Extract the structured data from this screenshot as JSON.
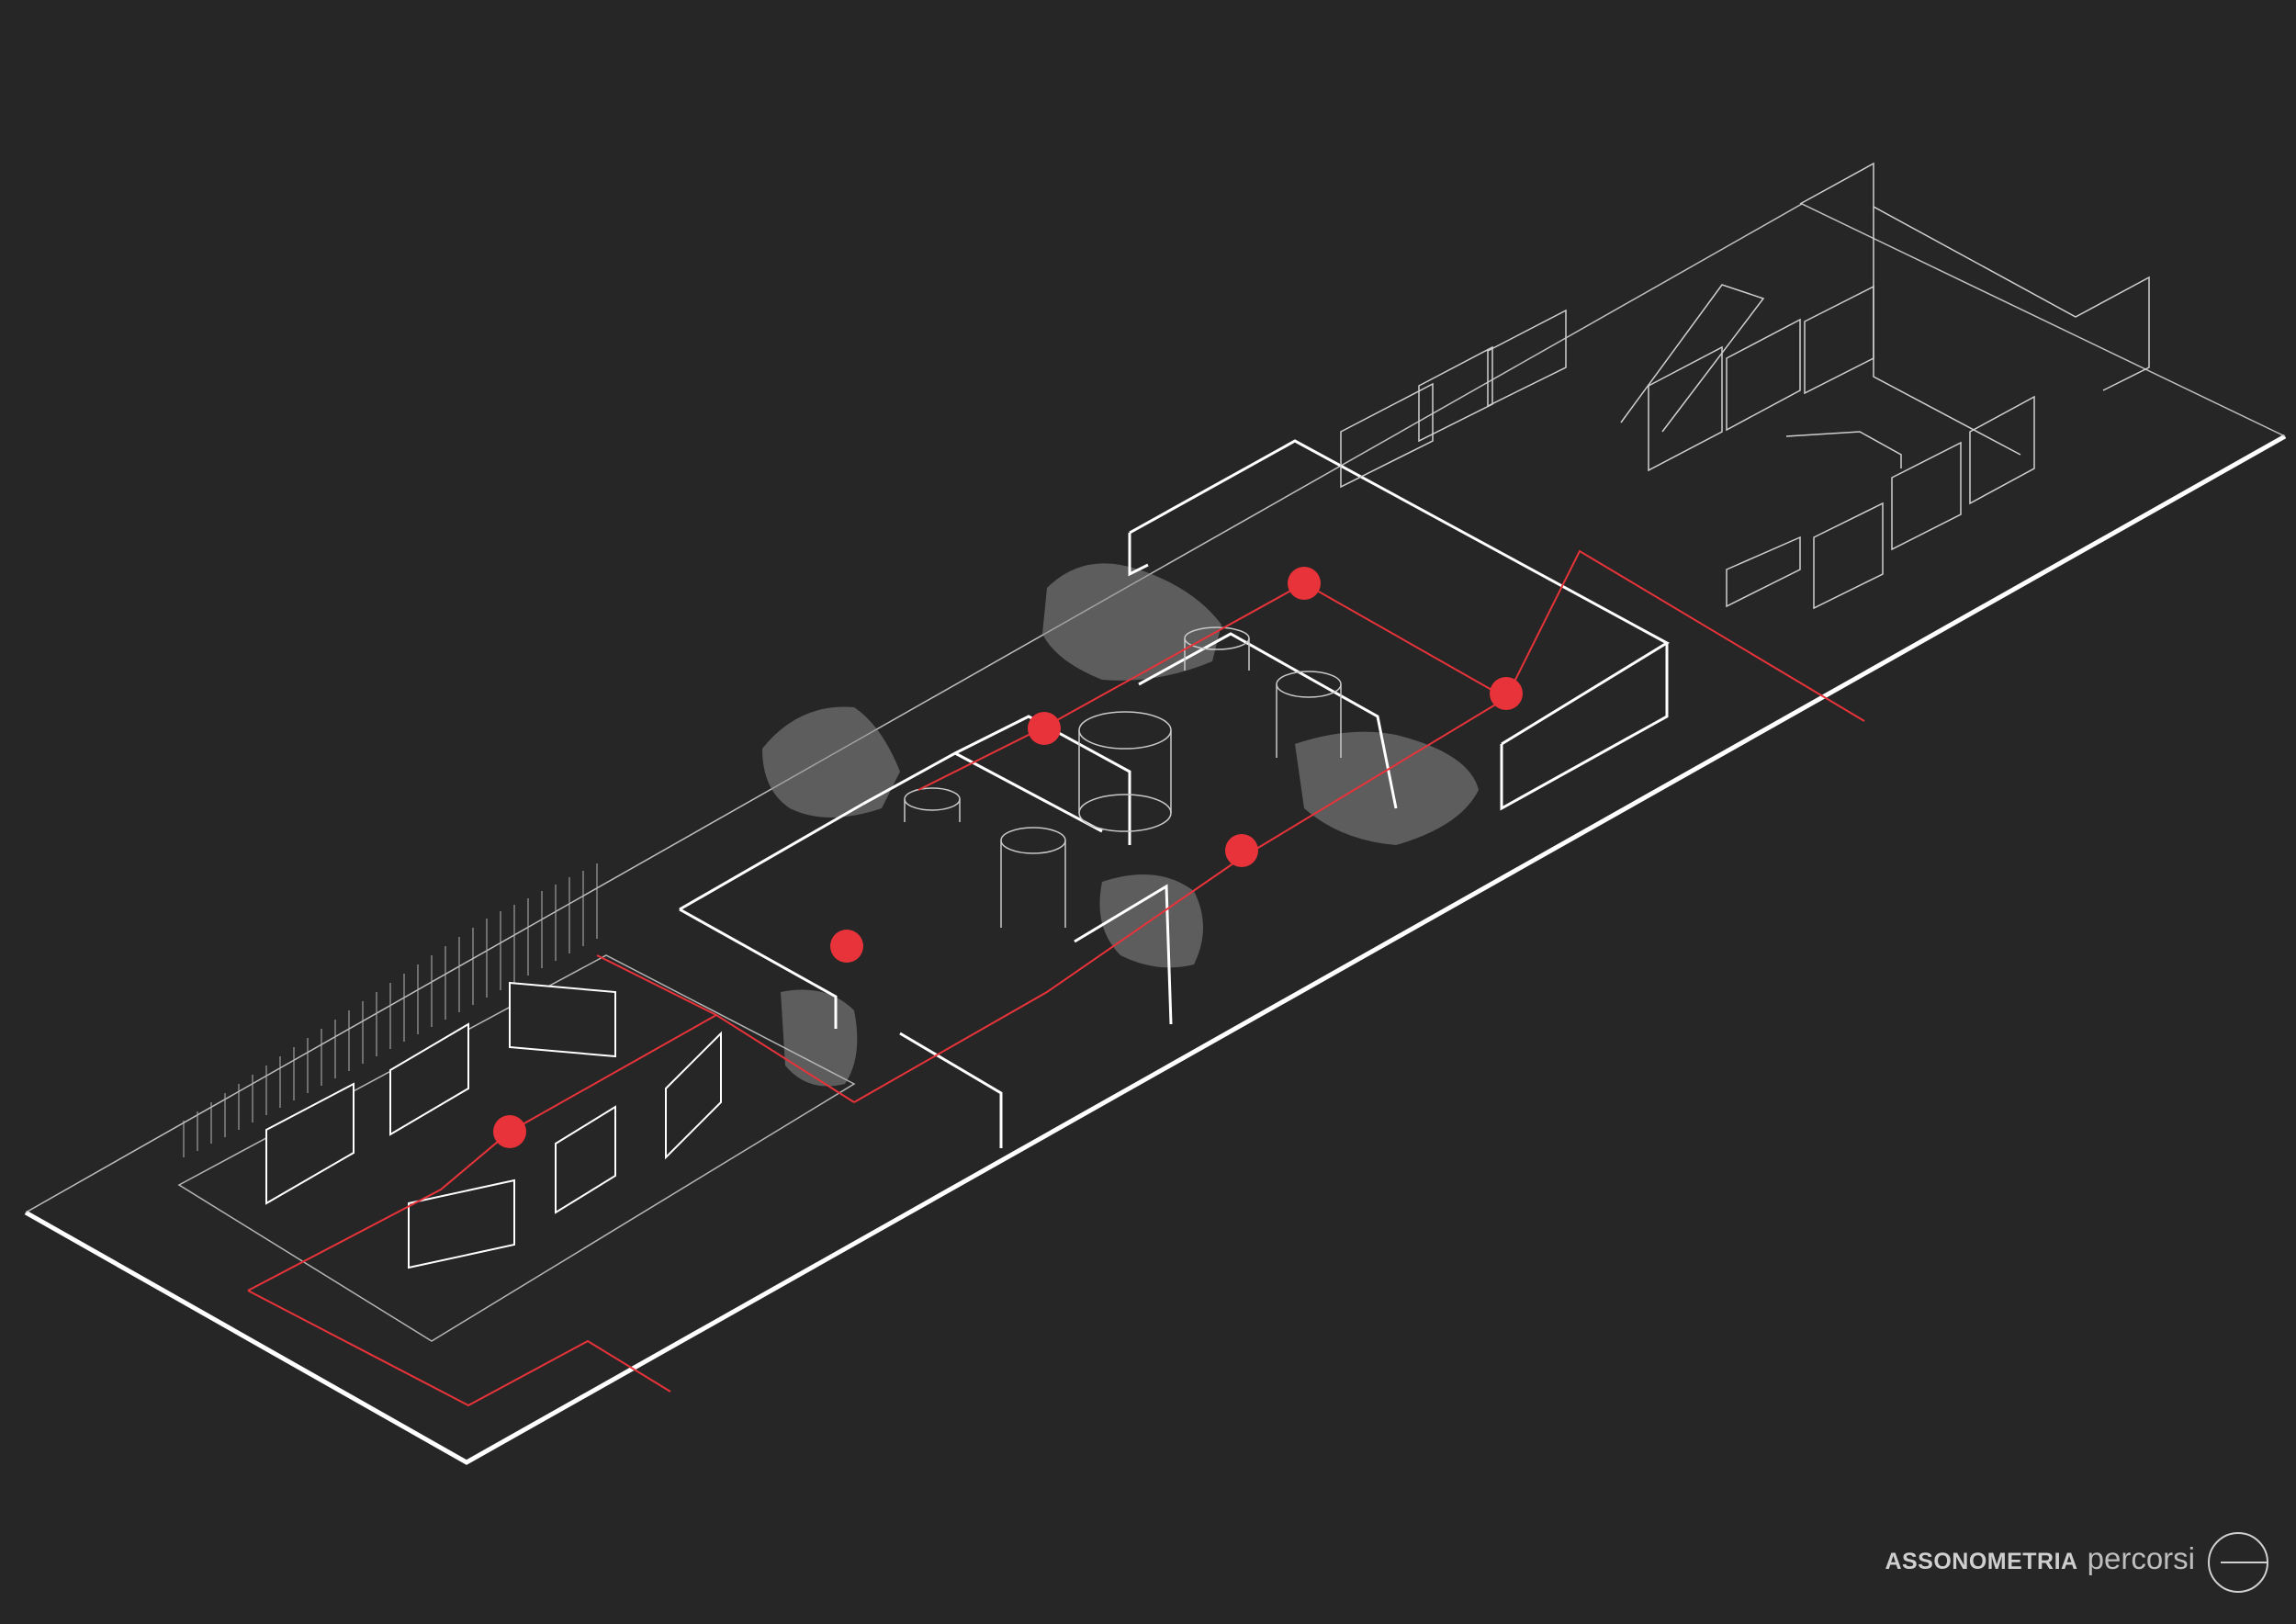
{
  "caption": {
    "title_bold": "ASSONOMETRIA",
    "title_light": "percorsi"
  },
  "icons": {
    "brand": "circle-with-horizontal-line-logo",
    "stop": "red-dot-marker"
  },
  "colors": {
    "background": "#262626",
    "line": "#ffffff",
    "path": "#e8333a",
    "fog": "#8a8a8a"
  }
}
